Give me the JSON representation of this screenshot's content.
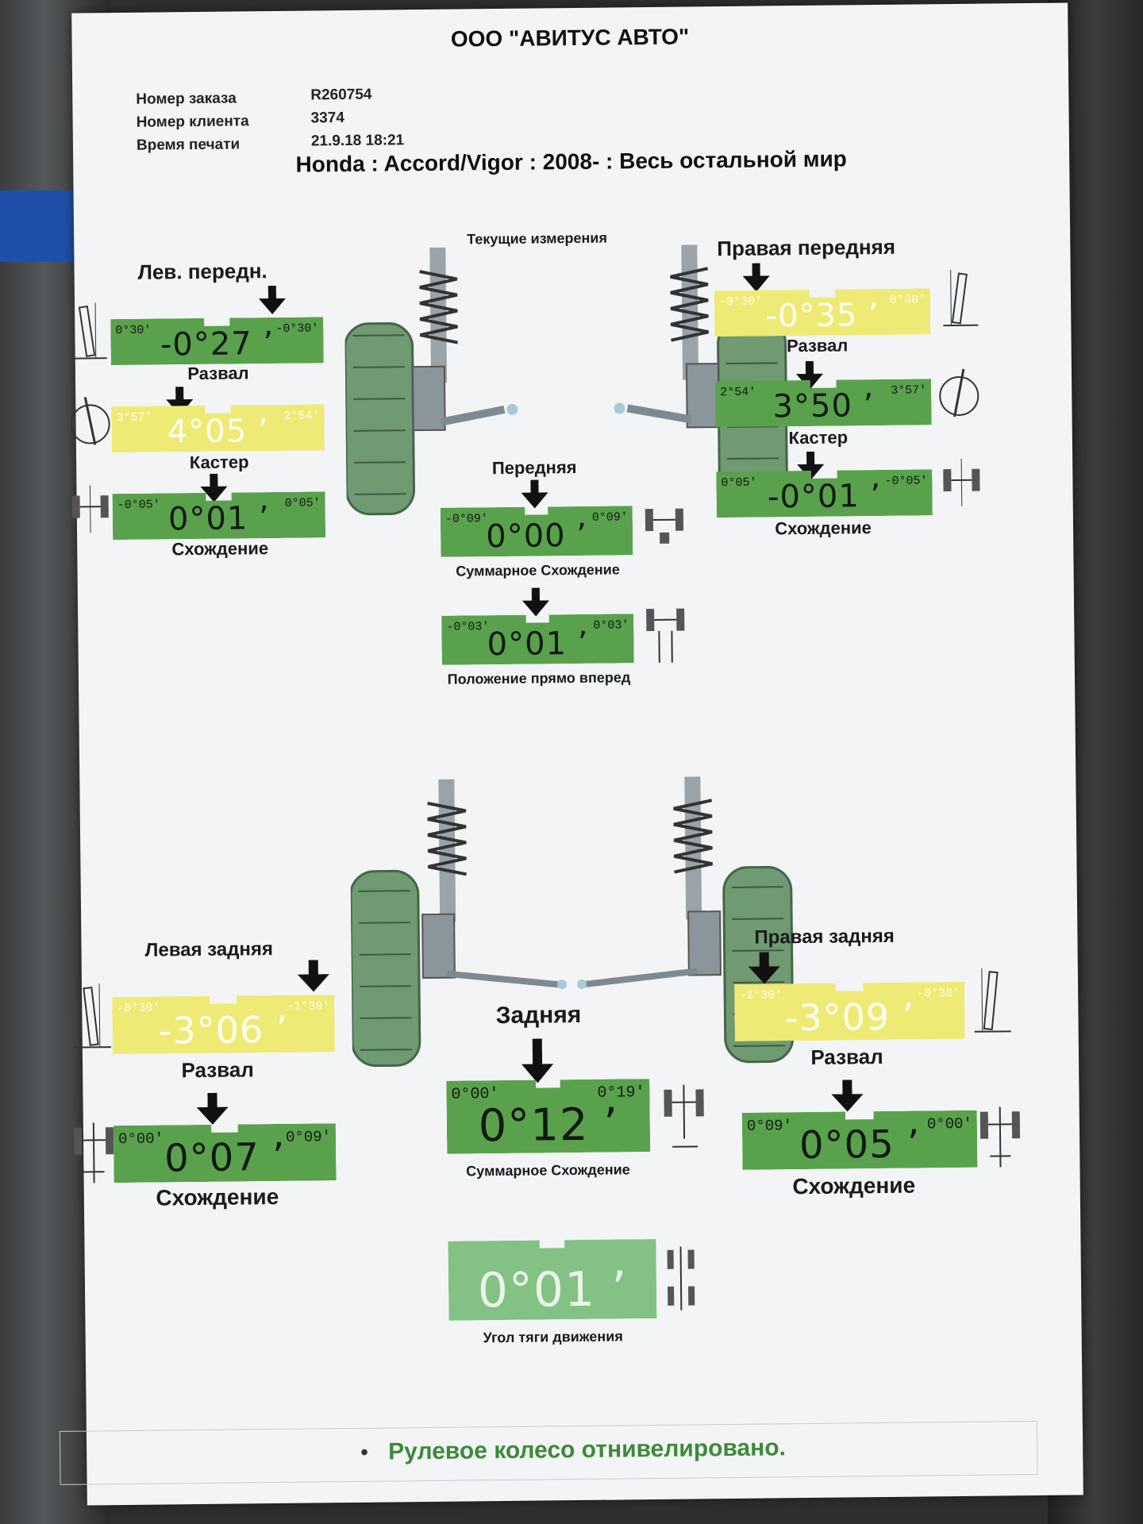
{
  "header": {
    "company": "ООО \"АВИТУС АВТО\"",
    "order_label": "Номер заказа",
    "order_value": "R260754",
    "client_label": "Номер клиента",
    "client_value": "3374",
    "print_label": "Время печати",
    "print_value": "21.9.18 18:21",
    "vehicle": "Honda : Accord/Vigor : 2008- : Весь остальной мир"
  },
  "front": {
    "current_label": "Текущие измерения",
    "left_title": "Лев. передн.",
    "right_title": "Правая передняя",
    "center_title": "Передняя",
    "left_camber": {
      "min": "0°30'",
      "max": "-0°30'",
      "value": "-0°27 ’",
      "label": "Развал"
    },
    "left_caster": {
      "min": "3°57'",
      "max": "2°54'",
      "value": "4°05 ’",
      "label": "Кастер"
    },
    "left_toe": {
      "min": "-0°05'",
      "max": "0°05'",
      "value": "0°01 ’",
      "label": "Схождение"
    },
    "right_camber": {
      "min": "-0°30'",
      "max": "0°30'",
      "value": "-0°35 ’",
      "label": "Развал"
    },
    "right_caster": {
      "min": "2°54'",
      "max": "3°57'",
      "value": "3°50 ’",
      "label": "Кастер"
    },
    "right_toe": {
      "min": "0°05'",
      "max": "-0°05'",
      "value": "-0°01 ’",
      "label": "Схождение"
    },
    "total_toe": {
      "min": "-0°09'",
      "max": "0°09'",
      "value": "0°00 ’",
      "label": "Суммарное Схождение"
    },
    "straight_ahead": {
      "min": "-0°03'",
      "max": "0°03'",
      "value": "0°01 ’",
      "label": "Положение прямо вперед"
    }
  },
  "rear": {
    "left_title": "Левая задняя",
    "right_title": "Правая задняя",
    "center_title": "Задняя",
    "left_camber": {
      "min": "-0°30'",
      "max": "-1°30'",
      "value": "-3°06 ’",
      "label": "Развал"
    },
    "left_toe": {
      "min": "0°00'",
      "max": "0°09'",
      "value": "0°07 ’",
      "label": "Схождение"
    },
    "right_camber": {
      "min": "-1°30'",
      "max": "-0°30'",
      "value": "-3°09 ’",
      "label": "Развал"
    },
    "right_toe": {
      "min": "0°09'",
      "max": "0°00'",
      "value": "0°05 ’",
      "label": "Схождение"
    },
    "total_toe": {
      "min": "0°00'",
      "max": "0°19'",
      "value": "0°12 ’",
      "label": "Суммарное Схождение"
    },
    "thrust": {
      "value": "0°01 ’",
      "label": "Угол тяги движения"
    }
  },
  "footer": {
    "bullet": "•",
    "note": "Рулевое колесо отнивелировано."
  },
  "colors": {
    "in_spec": "#5aa14d",
    "out_of_spec": "#eeea76",
    "footer_text": "#3d8a3a"
  }
}
